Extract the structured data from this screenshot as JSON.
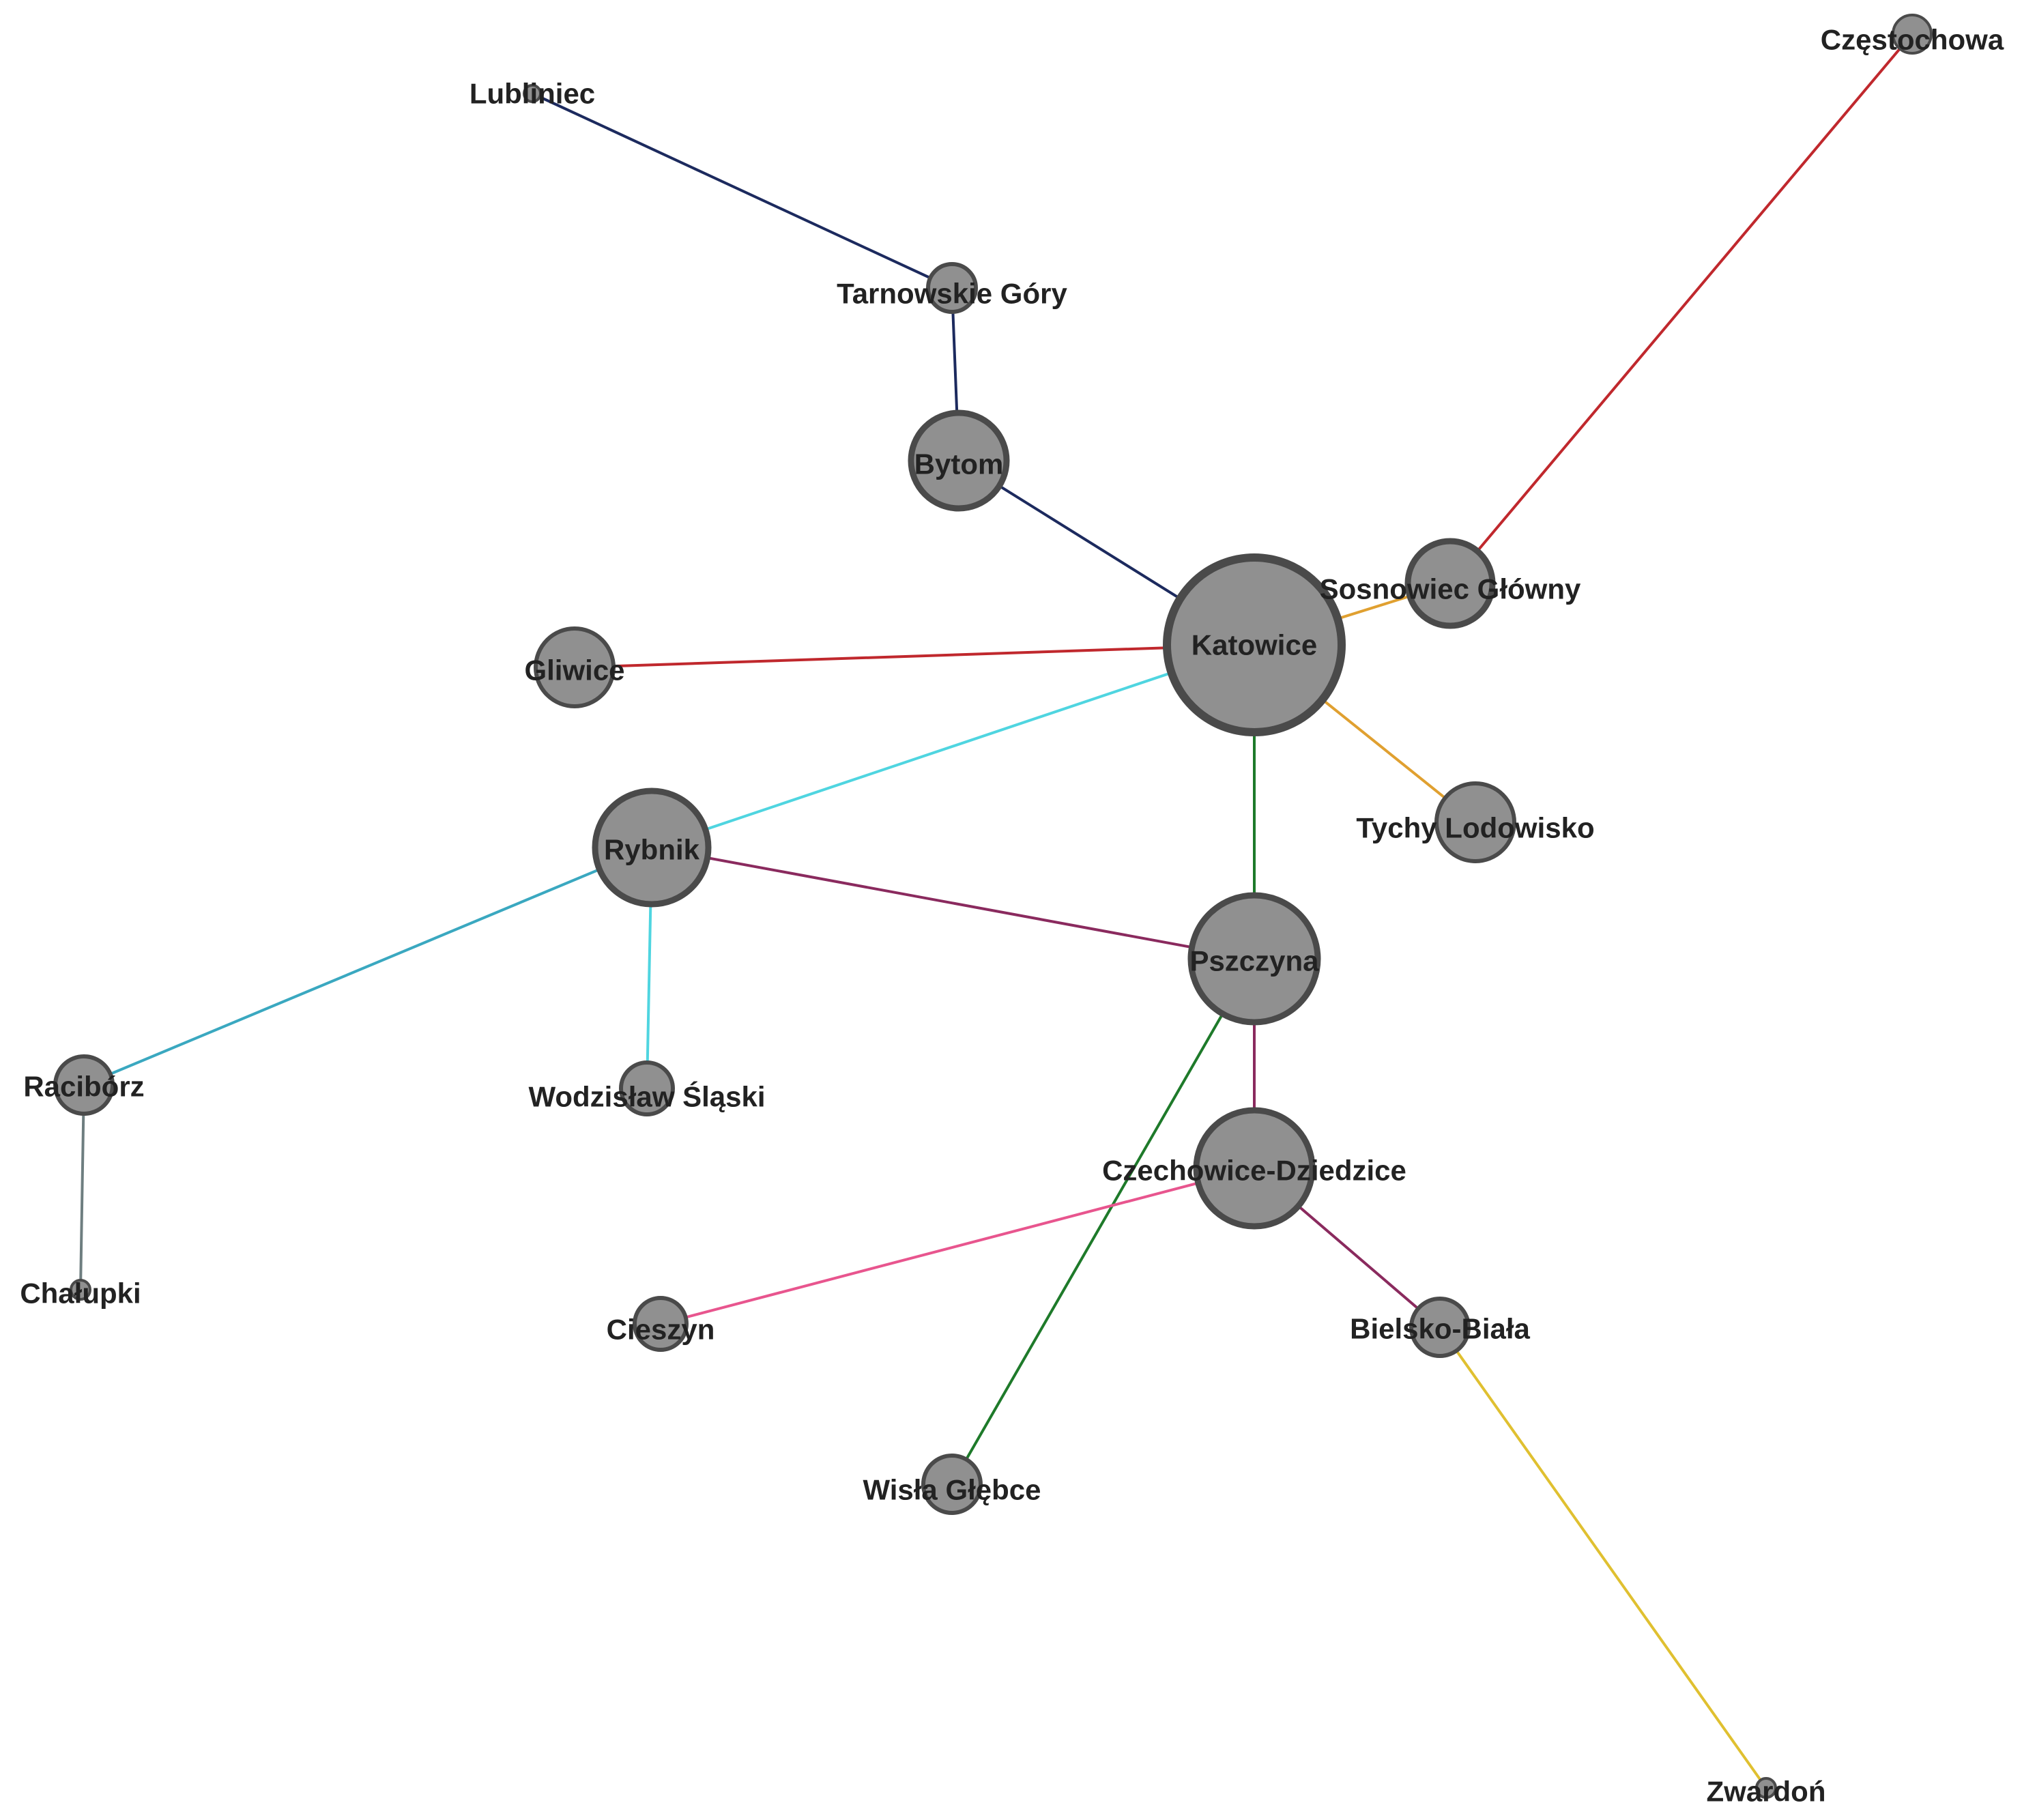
{
  "nodes": [
    {
      "id": "lubliniec",
      "label": "Lubliniec",
      "degree": 1
    },
    {
      "id": "tarnowskie-gory",
      "label": "Tarnowskie Góry",
      "degree": 2
    },
    {
      "id": "bytom",
      "label": "Bytom",
      "degree": 2
    },
    {
      "id": "czestochowa",
      "label": "Częstochowa",
      "degree": 1
    },
    {
      "id": "sosnowiec-glowny",
      "label": "Sosnowiec Główny",
      "degree": 2
    },
    {
      "id": "katowice",
      "label": "Katowice",
      "degree": 6
    },
    {
      "id": "gliwice",
      "label": "Gliwice",
      "degree": 1
    },
    {
      "id": "tychy-lodowisko",
      "label": "Tychy Lodowisko",
      "degree": 1
    },
    {
      "id": "rybnik",
      "label": "Rybnik",
      "degree": 4
    },
    {
      "id": "pszczyna",
      "label": "Pszczyna",
      "degree": 4
    },
    {
      "id": "raciborz",
      "label": "Racibórz",
      "degree": 2
    },
    {
      "id": "wodzislaw-slaski",
      "label": "Wodzisław Śląski",
      "degree": 1
    },
    {
      "id": "czechowice-dziedzice",
      "label": "Czechowice-Dziedzice",
      "degree": 3
    },
    {
      "id": "chalupki",
      "label": "Chałupki",
      "degree": 1
    },
    {
      "id": "cieszyn",
      "label": "Cieszyn",
      "degree": 1
    },
    {
      "id": "bielsko-biala",
      "label": "Bielsko-Biała",
      "degree": 2
    },
    {
      "id": "wisla-glebce",
      "label": "Wisła Głębce",
      "degree": 1
    },
    {
      "id": "zwardon",
      "label": "Zwardoń",
      "degree": 1
    }
  ],
  "edges": [
    {
      "source": "lubliniec",
      "target": "tarnowskie-gory",
      "color": "#1c2a5e"
    },
    {
      "source": "tarnowskie-gory",
      "target": "bytom",
      "color": "#1c2a5e"
    },
    {
      "source": "bytom",
      "target": "katowice",
      "color": "#1c2a5e"
    },
    {
      "source": "czestochowa",
      "target": "sosnowiec-glowny",
      "color": "#c0282d"
    },
    {
      "source": "gliwice",
      "target": "katowice",
      "color": "#c0282d"
    },
    {
      "source": "sosnowiec-glowny",
      "target": "katowice",
      "color": "#e0a030"
    },
    {
      "source": "katowice",
      "target": "tychy-lodowisko",
      "color": "#e0a030"
    },
    {
      "source": "katowice",
      "target": "rybnik",
      "color": "#4fd5e0"
    },
    {
      "source": "rybnik",
      "target": "wodzislaw-slaski",
      "color": "#4fd5e0"
    },
    {
      "source": "rybnik",
      "target": "raciborz",
      "color": "#3aa8c0"
    },
    {
      "source": "raciborz",
      "target": "chalupki",
      "color": "#6e7e80"
    },
    {
      "source": "katowice",
      "target": "pszczyna",
      "color": "#1e7a2a"
    },
    {
      "source": "pszczyna",
      "target": "wisla-glebce",
      "color": "#1e7a2a"
    },
    {
      "source": "rybnik",
      "target": "pszczyna",
      "color": "#8a2a5e"
    },
    {
      "source": "pszczyna",
      "target": "czechowice-dziedzice",
      "color": "#8a2a5e"
    },
    {
      "source": "czechowice-dziedzice",
      "target": "bielsko-biala",
      "color": "#8a2a5e"
    },
    {
      "source": "czechowice-dziedzice",
      "target": "cieszyn",
      "color": "#e8558e"
    },
    {
      "source": "bielsko-biala",
      "target": "zwardon",
      "color": "#e0c030"
    }
  ]
}
